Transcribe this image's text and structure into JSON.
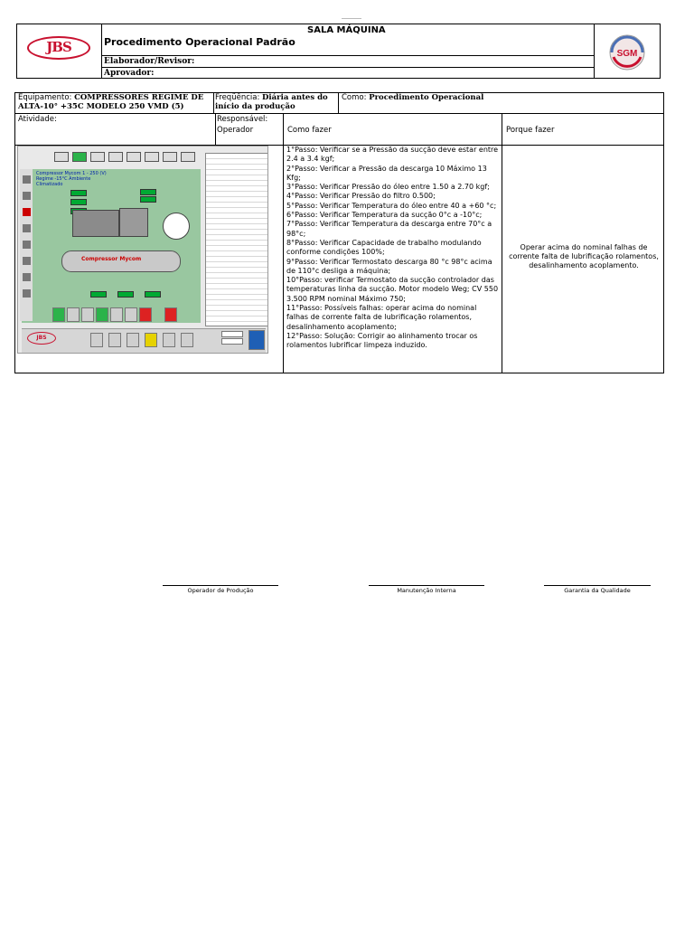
{
  "header": {
    "title": "SALA MÁQUINA",
    "procedure": "Procedimento Operacional Padrão",
    "elaborador_label": "Elaborador/Revisor:",
    "aprovador_label": "Aprovador:",
    "logo_left": "JBS",
    "logo_right": "SGM"
  },
  "info": {
    "equipamento_label": "Equipamento:",
    "equipamento_value": "COMPRESSORES REGIME DE ALTA-10° +35C MODELO 250 VMD (5)",
    "frequencia_label": "Freqüência:",
    "frequencia_value": "Diária antes do início da produção",
    "como_label": "Como:",
    "como_value": "Procedimento Operacional"
  },
  "columns": {
    "atividade": "Atividade:",
    "responsavel": "Responsável:",
    "responsavel_value": "Operador",
    "como_fazer": "Como fazer",
    "porque_fazer": "Porque fazer"
  },
  "screenshot": {
    "title": "Compressor Mycom 1 - 250 (V) Regime -15°C Ambiente Climatizado",
    "tank_label": "Compressor Mycom",
    "logo": "JBS"
  },
  "steps": [
    "1°Passo: Verificar se a Pressão da sucção deve estar entre 2.4 a 3.4 kgf;",
    "2°Passo: Verificar a Pressão da descarga 10 Máximo 13 Kfg;",
    "3°Passo: Verificar Pressão do óleo entre 1.50 a 2.70 kgf;",
    "4°Passo: Verificar Pressão do filtro 0.500;",
    "5°Passo: Verificar Temperatura do óleo entre 40 a +60 °c;",
    "6°Passo: Verificar Temperatura da sucção 0°c a -10°c;",
    "7°Passo: Verificar Temperatura da descarga entre 70°c a 98°c;",
    "8°Passo: Verificar Capacidade de trabalho modulando conforme condições 100%;",
    "9°Passo: Verificar Termostato descarga 80 °c 98°c acima de 110°c desliga a máquina;",
    "10°Passo: verificar Termostato da sucção controlador das temperaturas linha da sucção. Motor modelo Weg; CV 550 3.500 RPM nominal Máximo 750;",
    "11°Passo: Possíveis falhas: operar acima do nominal falhas de corrente falta de lubrificação rolamentos, desalinhamento acoplamento;",
    "12°Passo: Solução: Corrigir ao alinhamento trocar os rolamentos lubrificar limpeza induzido."
  ],
  "porque_text": "Operar acima do nominal falhas de corrente falta de lubrificação rolamentos, desalinhamento acoplamento.",
  "signatures": {
    "operador": "Operador de Produção",
    "manutencao": "Manutenção Interna",
    "garantia": "Garantia da Qualidade"
  }
}
